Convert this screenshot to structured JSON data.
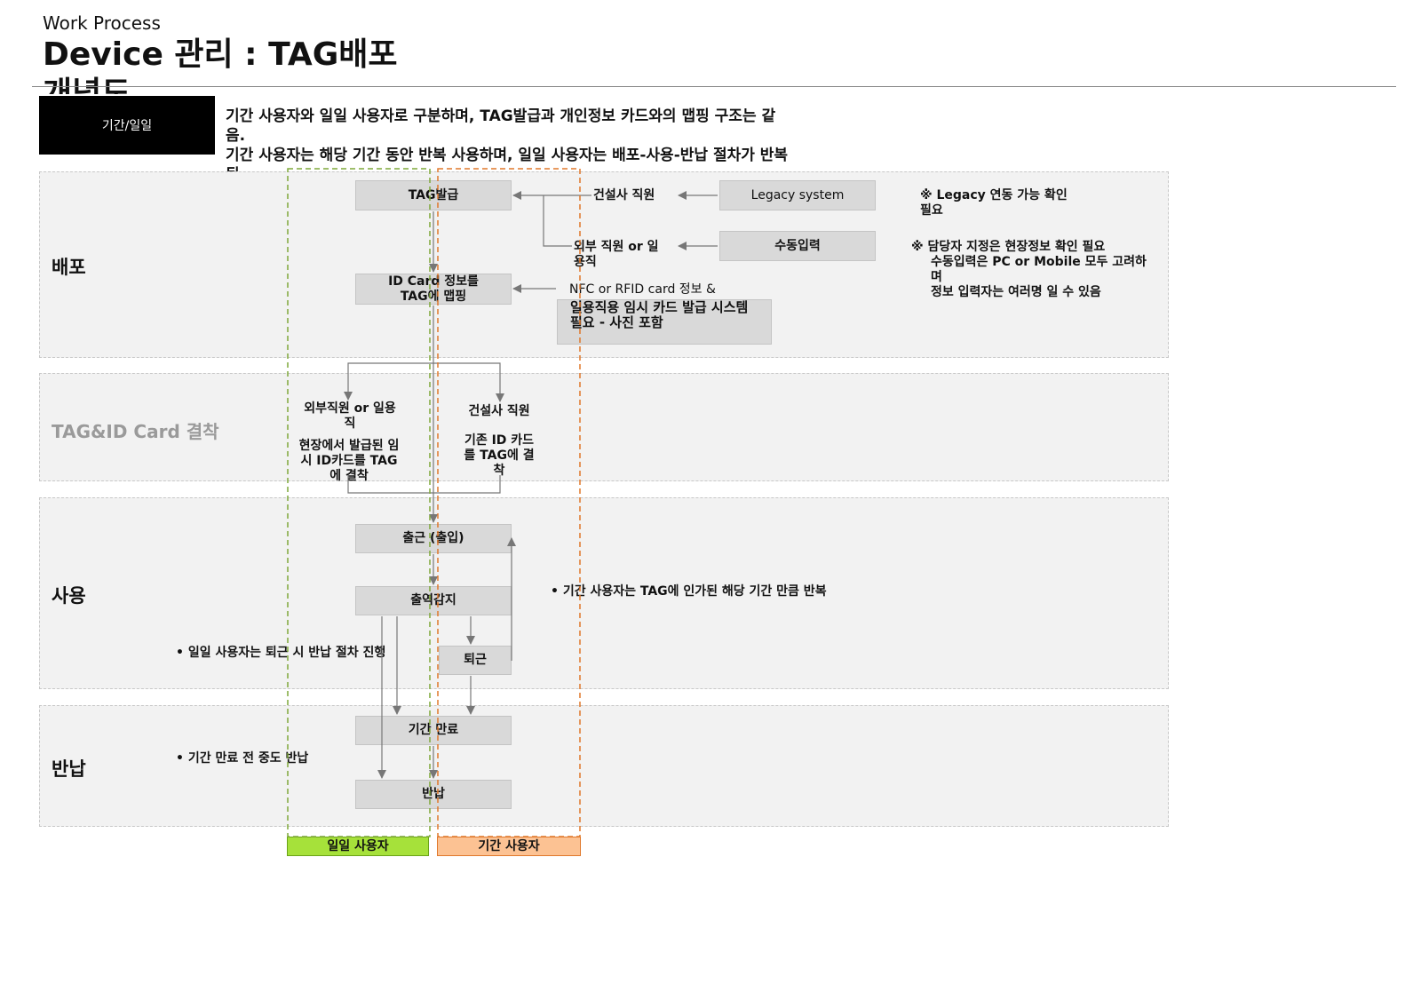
{
  "header": {
    "subtitle": "Work Process",
    "title": "Device 관리 : TAG배포 개념도"
  },
  "tab_label": "기간/일일",
  "intro": [
    "기간 사용자와 일일 사용자로 구분하며, TAG발급과 개인정보 카드와의 맵핑 구조는 같음.",
    "기간 사용자는 해당 기간 동안 반복 사용하며, 일일 사용자는 배포-사용-반납 절차가 반복됨."
  ],
  "lanes": {
    "distribution": "배포",
    "attach": "TAG&ID Card 결착",
    "use": "사용",
    "return": "반납"
  },
  "boxes": {
    "tag_issue": "TAG발급",
    "legacy": "Legacy system",
    "manual": "수동입력",
    "id_map": "ID Card 정보를 TAG에 맵핑",
    "temp_card": "일용직용 임시 카드 발급 시스템 필요 -     사진 포함",
    "checkin": "출근 (출입)",
    "detect": "출역감지",
    "checkout": "퇴근",
    "expire": "기간 만료",
    "return_box": "반납"
  },
  "labels": {
    "builder_staff": "건설사 직원",
    "outside_staff": "외부 직원 or 일용직",
    "nfc_info": "NFC or RFID card 정보 &",
    "attach_outside_title": "외부직원 or 일용직",
    "attach_outside_desc": "현장에서 발급된 임시 ID카드를 TAG에 결착",
    "attach_builder_title": "건설사 직원",
    "attach_builder_desc": "기존 ID 카드를 TAG에 결착"
  },
  "notes": {
    "legacy_check": "※ Legacy 연동 가능 확인 필요",
    "manager": "※  담당자 지정은 현장정보 확인 필요",
    "manager_2": "수동입력은 PC or Mobile 모두 고려하며",
    "manager_3": "정보 입력자는 여러명 일 수 있음",
    "daily_return": "•  일일 사용자는 퇴근 시 반납 절차 진행",
    "period_repeat": "•  기간 사용자는 TAG에 인가된 해당 기간 만큼 반복",
    "early_return": "•  기간 만료 전 중도 반납"
  },
  "legend": {
    "daily": "일일 사용자",
    "period": "기간 사용자"
  },
  "colors": {
    "daily_line": "#7fa83a",
    "period_line": "#e0782b",
    "daily_fill": "#a6e13a",
    "period_fill": "#fcc293",
    "arrow": "#777777"
  }
}
